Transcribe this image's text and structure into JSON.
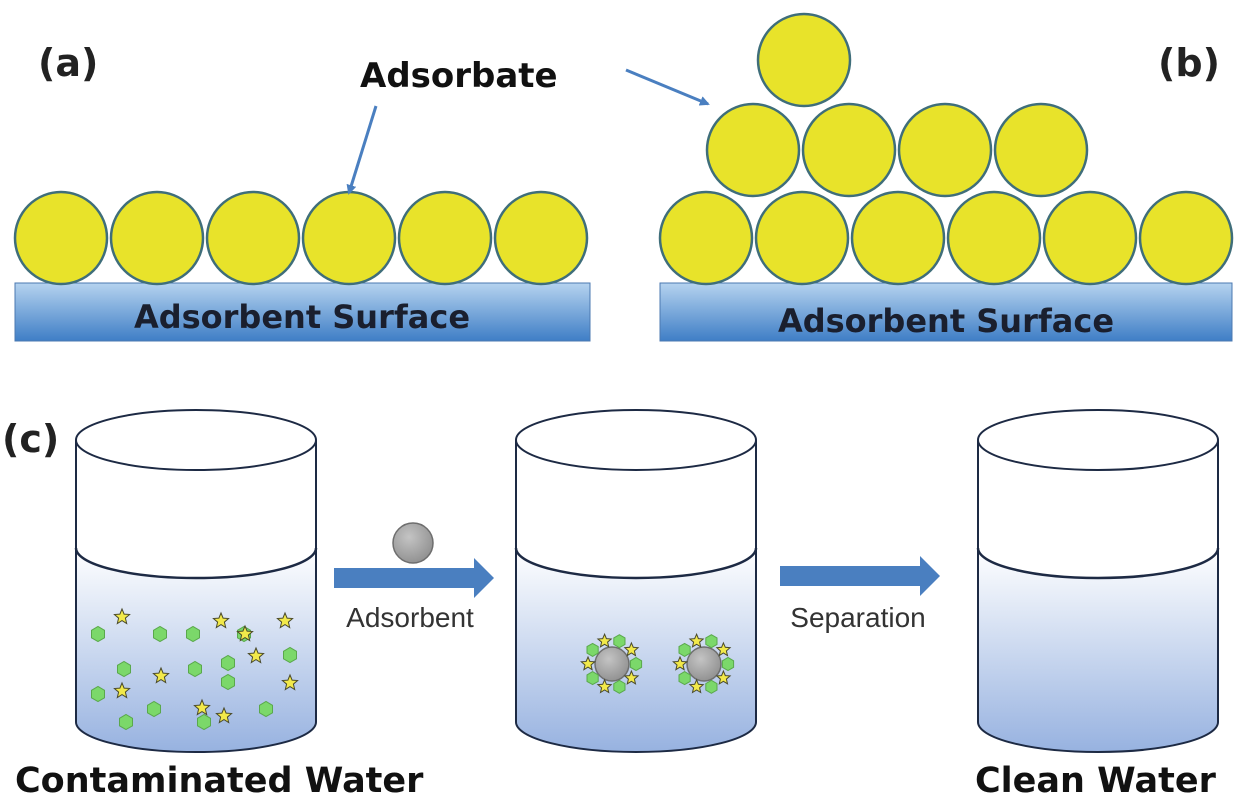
{
  "panel_a": {
    "label": "(a)",
    "surface_label": "Adsorbent Surface"
  },
  "panel_b": {
    "label": "(b)",
    "surface_label": "Adsorbent Surface"
  },
  "callout_label": "Adsorbate",
  "panel_c": {
    "label": "(c)",
    "step1_label": "Adsorbent",
    "step2_label": "Separation",
    "caption_left": "Contaminated Water",
    "caption_right": "Clean Water"
  },
  "colors": {
    "adsorbate": "#e8e32a",
    "adsorbate_outline": "#3f6e7a",
    "surface_top": "#9dc4e8",
    "surface_bottom": "#3f7ec6",
    "arrow": "#4a7fc0",
    "water_top": "#ffffff",
    "water_bottom": "#9db6e2",
    "contaminant_green": "#7bd86a",
    "contaminant_yellow": "#f2e94a",
    "adsorbent_particle": "#a8a8a8"
  }
}
